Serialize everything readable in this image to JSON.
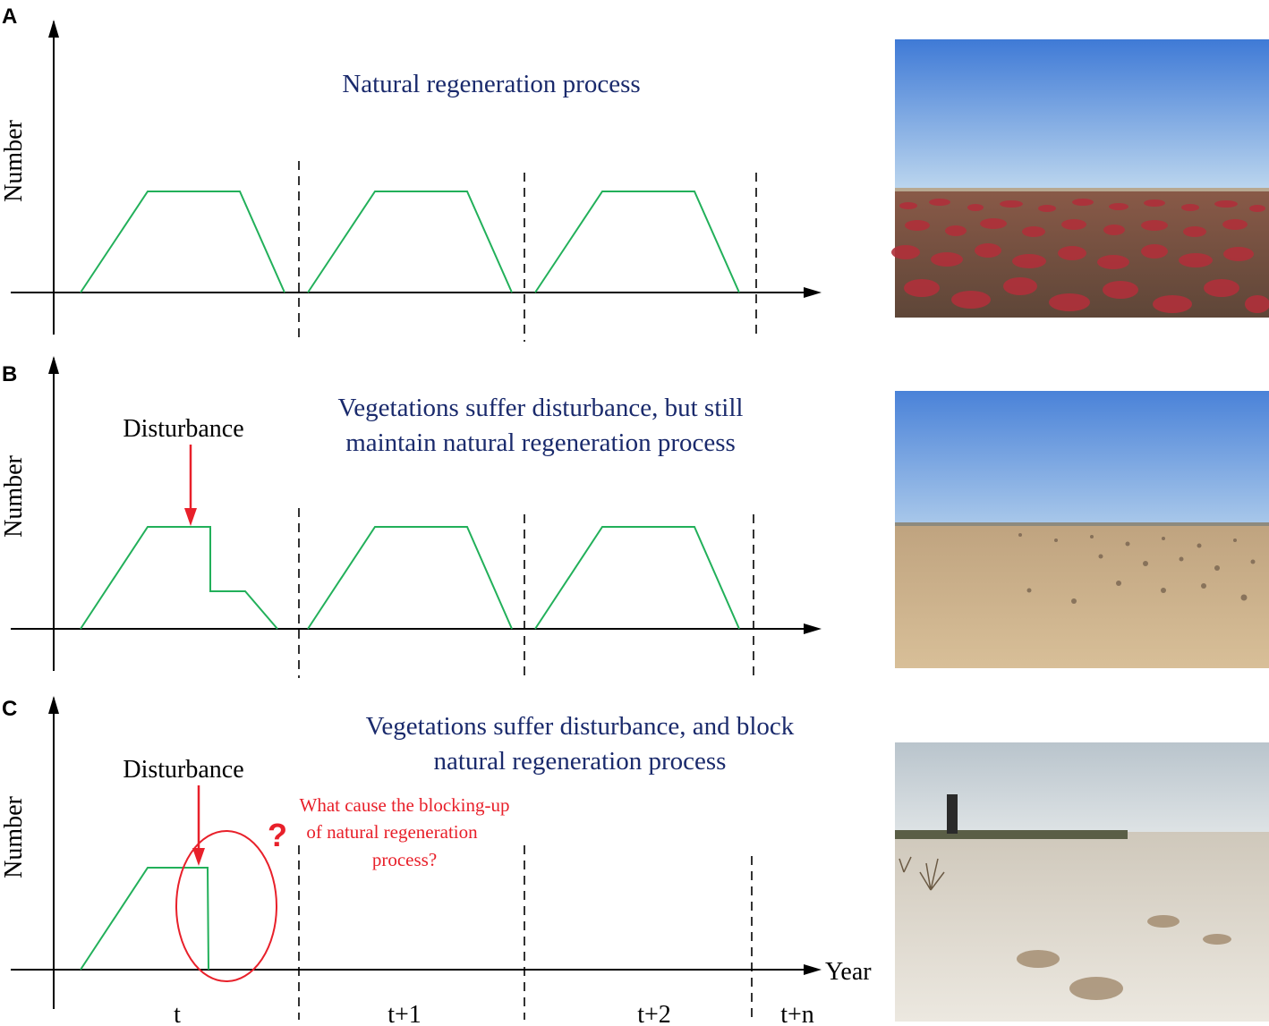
{
  "panels": [
    {
      "letter": "A",
      "ylabel": "Number",
      "caption_lines": [
        "Natural regeneration process"
      ],
      "photo": "saltmarsh-red-suaeda-dense"
    },
    {
      "letter": "B",
      "ylabel": "Number",
      "caption_lines": [
        "Vegetations suffer disturbance, but still",
        "maintain natural regeneration process"
      ],
      "annotation": "Disturbance",
      "photo": "saltmarsh-sparse-bare-soil"
    },
    {
      "letter": "C",
      "ylabel": "Number",
      "caption_lines": [
        "Vegetations suffer disturbance, and block",
        "natural regeneration process"
      ],
      "annotation": "Disturbance",
      "question_lines": [
        "What cause the blocking-up",
        "of natural regeneration",
        "process?"
      ],
      "question_mark": "?",
      "photo": "salt-crust-barren-flat"
    }
  ],
  "x_axis": {
    "label": "Year",
    "ticks": [
      "t",
      "t+1",
      "t+2",
      "t+n"
    ]
  },
  "colors": {
    "curve": "#22b05a",
    "arrow": "#e8202a",
    "caption": "#1a2a6c",
    "sky": "#5b8fd6",
    "red_vegetation": "#b0303a",
    "soil": "#c9b08a",
    "salt_crust": "#e6e0d4"
  }
}
